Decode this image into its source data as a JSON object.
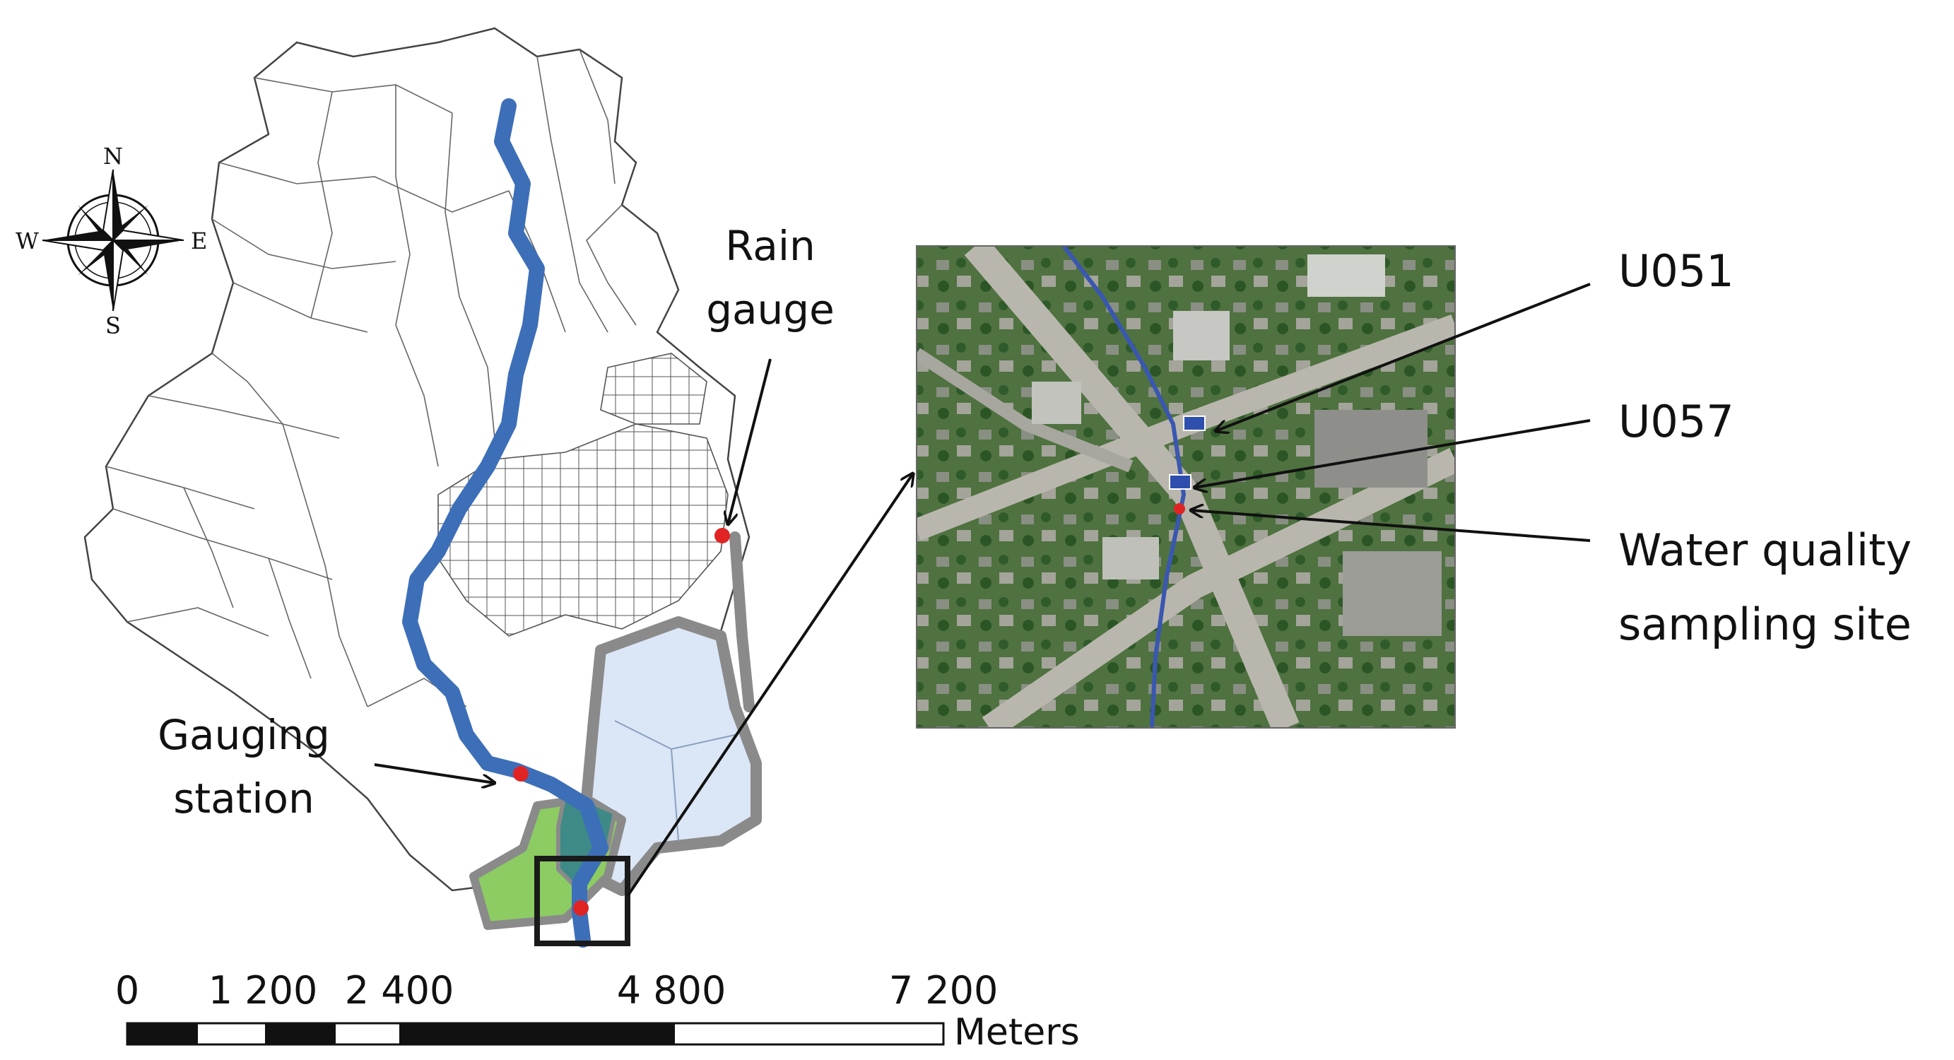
{
  "map": {
    "compass": {
      "north": "N",
      "south": "S",
      "east": "E",
      "west": "W",
      "icon": "compass-rose-icon"
    },
    "labels": {
      "rain_gauge_line1": "Rain",
      "rain_gauge_line2": "gauge",
      "gauging_station_line1": "Gauging",
      "gauging_station_line2": "station"
    },
    "inset_labels": {
      "u051": "U051",
      "u057": "U057",
      "wq_line1": "Water quality",
      "wq_line2": "sampling site"
    },
    "scale_bar": {
      "ticks": [
        "0",
        "1 200",
        "2 400",
        "4 800",
        "7 200"
      ],
      "unit": "Meters"
    },
    "colors": {
      "river": "#3d6fb8",
      "station_marker": "#e02424",
      "green_zone": "#8ccc63",
      "teal_zone": "#3d8a86",
      "lightblue_zone": "#dbe6f6",
      "buffer_gray": "#8a8a8a",
      "aerial_background": "#4a6e3a"
    }
  }
}
